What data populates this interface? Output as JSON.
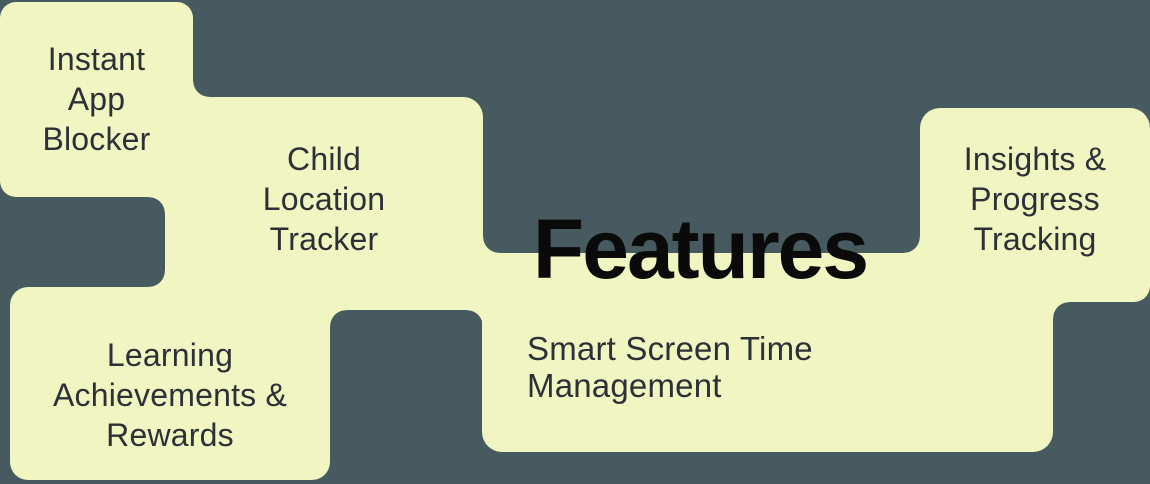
{
  "section": {
    "title": "Features"
  },
  "features": [
    {
      "id": "instant-app-blocker",
      "label": "Instant\nApp\nBlocker"
    },
    {
      "id": "child-location-tracker",
      "label": "Child\nLocation\nTracker"
    },
    {
      "id": "learning-achievements-rewards",
      "label": "Learning\nAchievements &\nRewards"
    },
    {
      "id": "smart-screen-time-management",
      "label": "Smart Screen Time\nManagement"
    },
    {
      "id": "insights-progress-tracking",
      "label": "Insights &\nProgress\nTracking"
    }
  ],
  "colors": {
    "background": "#465a5f",
    "blob": "#f0f5c1",
    "label_text": "#2d3137",
    "heading_text": "#0a0a0a"
  }
}
